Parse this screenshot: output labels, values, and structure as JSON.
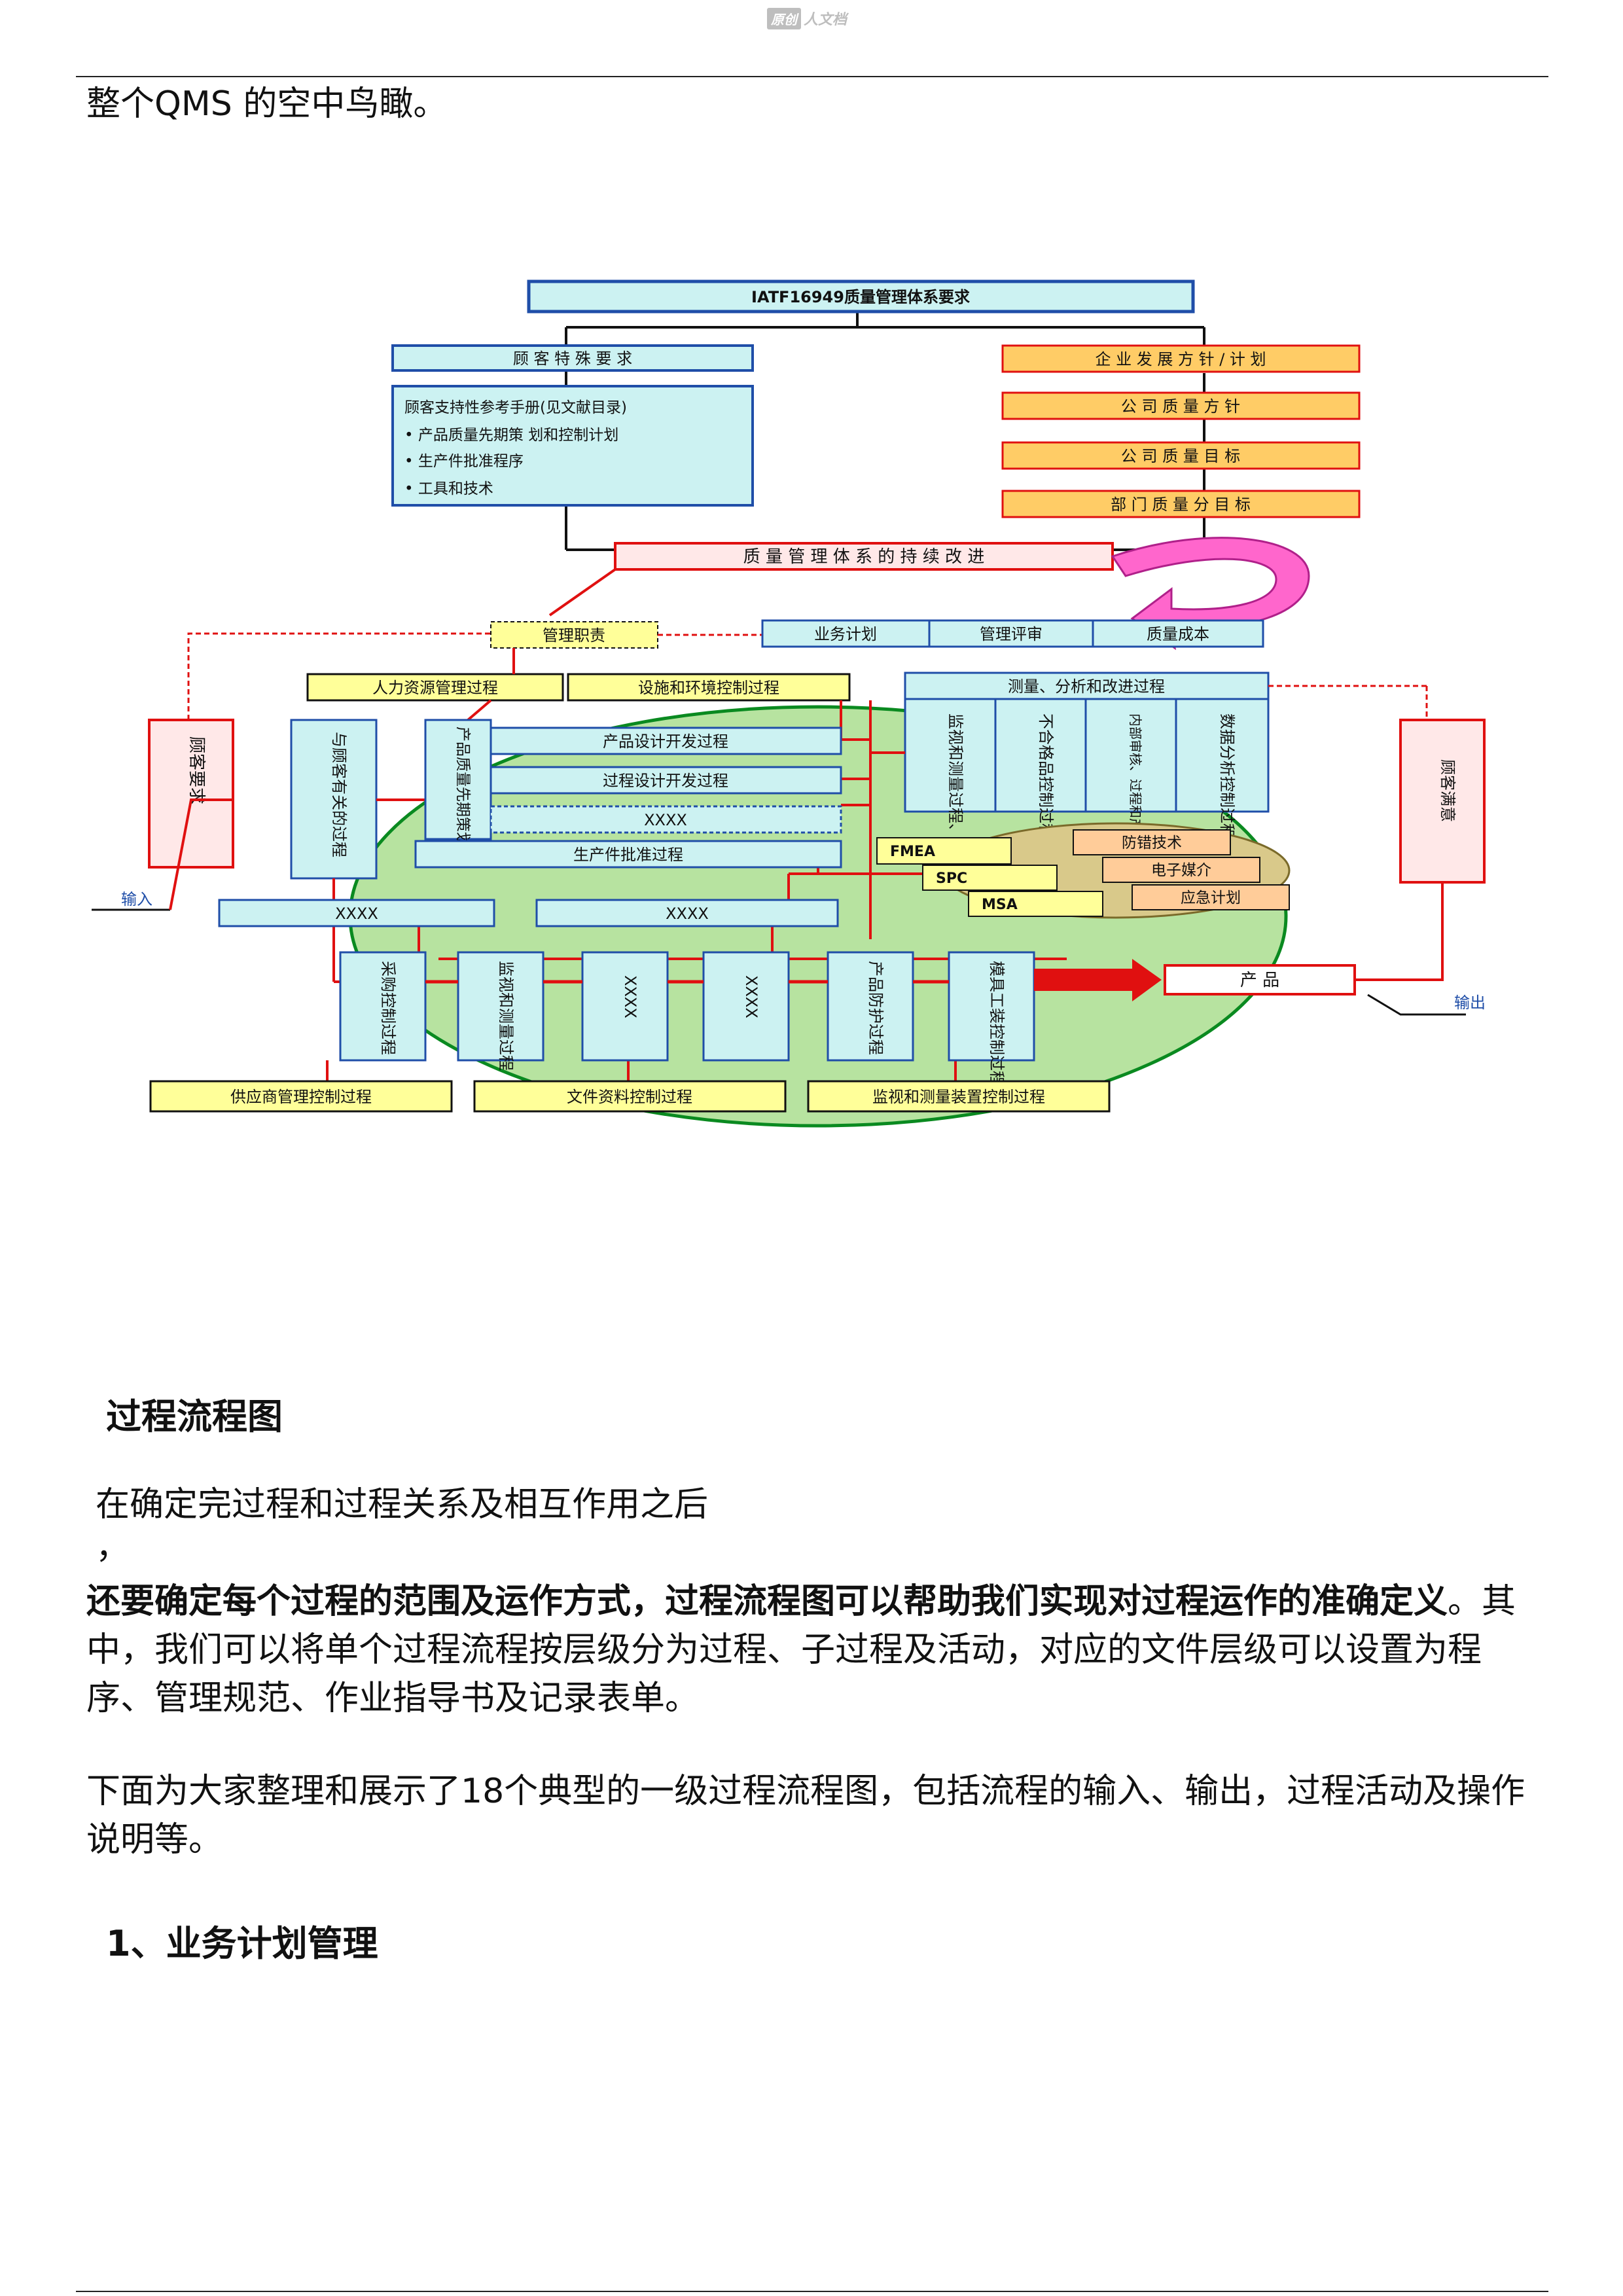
{
  "watermark": {
    "badge": "原创",
    "text": "人文档"
  },
  "intro_line": "整个QMS 的空中鸟瞰。",
  "diagram": {
    "top_title": "IATF16949质量管理体系要求",
    "customer_specific": "顾 客 特 殊 要 求",
    "customer_manual": {
      "title": "顾客支持性参考手册(见文献目录)",
      "items": [
        "• 产品质量先期策 划和控制计划",
        "• 生产件批准程序",
        "• 工具和技术"
      ]
    },
    "right_stack": [
      "企 业 发 展 方 针 / 计 划",
      "公 司 质 量 方 针",
      "公 司 质 量 目 标",
      "部 门 质 量 分 目 标"
    ],
    "qms_improve": "质 量 管 理 体 系 的 持 续 改 进",
    "mgmt_duty": "管理职责",
    "mgmt_row": [
      "业务计划",
      "管理评审",
      "质量成本"
    ],
    "support_row": [
      "人力资源管理过程",
      "设施和环境控制过程"
    ],
    "measure_title": "测量、分析和改进过程",
    "measure_cols": [
      "监视和测量过程、产品",
      "不合格品控制过程",
      "内部审核、过程和产品审核",
      "数据分析控制过程"
    ],
    "customer_req": "顾客要求",
    "customer_sat": "顾客满意",
    "customer_related": "与顾客有关的过程",
    "apqp": "产品质量先期策划",
    "design_rows": [
      "产品设计开发过程",
      "过程设计开发过程",
      "XXXX"
    ],
    "ppap": "生产件批准过程",
    "tools_left": [
      "FMEA",
      "SPC",
      "MSA"
    ],
    "tools_right": [
      "防错技术",
      "电子媒介",
      "应急计划"
    ],
    "xxxx_row": [
      "XXXX",
      "XXXX"
    ],
    "input_label": "输入",
    "output_label": "输出",
    "product": "产 品",
    "process_cols": [
      "采购控制过程",
      "监视和测量过程",
      "XXXX",
      "XXXX",
      "产品防护过程",
      "模具工装控制过程"
    ],
    "bottom_row": [
      "供应商管理控制过程",
      "文件资料控制过程",
      "监视和测量装置控制过程"
    ]
  },
  "section_heading": "过程流程图",
  "para1_line1": "在确定完过程和过程关系及相互作用之后",
  "para1_comma": "，",
  "para1_bold": "还要确定每个过程的范围及运作方式，过程流程图可以帮助我们实现对过程运作的准确定义",
  "para1_rest": "。其中，我们可以将单个过程流程按层级分为过程、子过程及活动，对应的文件层级可以设置为程序、管理规范、作业指导书及记录表单。",
  "para2": "下面为大家整理和展示了18个典型的一级过程流程图，包括流程的输入、输出，过程活动及操作说明等。",
  "sub_heading": "1、业务计划管理",
  "colors": {
    "box_fill": "#ccf2f2",
    "box_border": "#1f4ea8",
    "yellow": "#ffff99",
    "orange": "#ffcc66",
    "red": "#e01010",
    "ellipse": "#b7e3a0",
    "pink": "#ff66cc",
    "ellipse_stroke": "#0a8a20"
  }
}
